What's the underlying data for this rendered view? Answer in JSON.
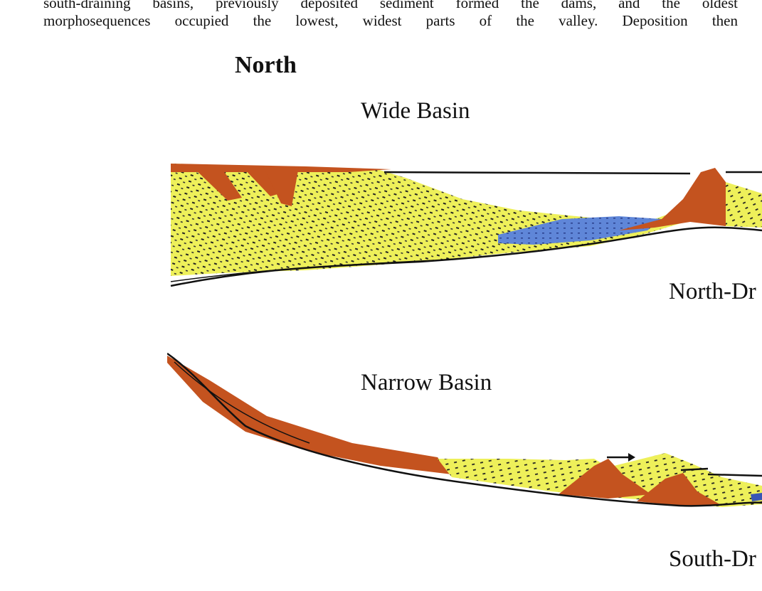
{
  "paragraph": {
    "line1": "south-draining basins, previously deposited sediment formed the dams, and the oldest",
    "line2": "morphosequences occupied the lowest, widest parts of the valley. Deposition then"
  },
  "figure": {
    "heading": "North",
    "upper_label": "Wide Basin",
    "upper_side_label": "North-Dr",
    "lower_label": "Narrow Basin",
    "lower_side_label": "South-Dr"
  },
  "colors": {
    "sand": "#eef05a",
    "gravel": "#c4531f",
    "clay": "#5f86d8",
    "outline": "#111111"
  }
}
